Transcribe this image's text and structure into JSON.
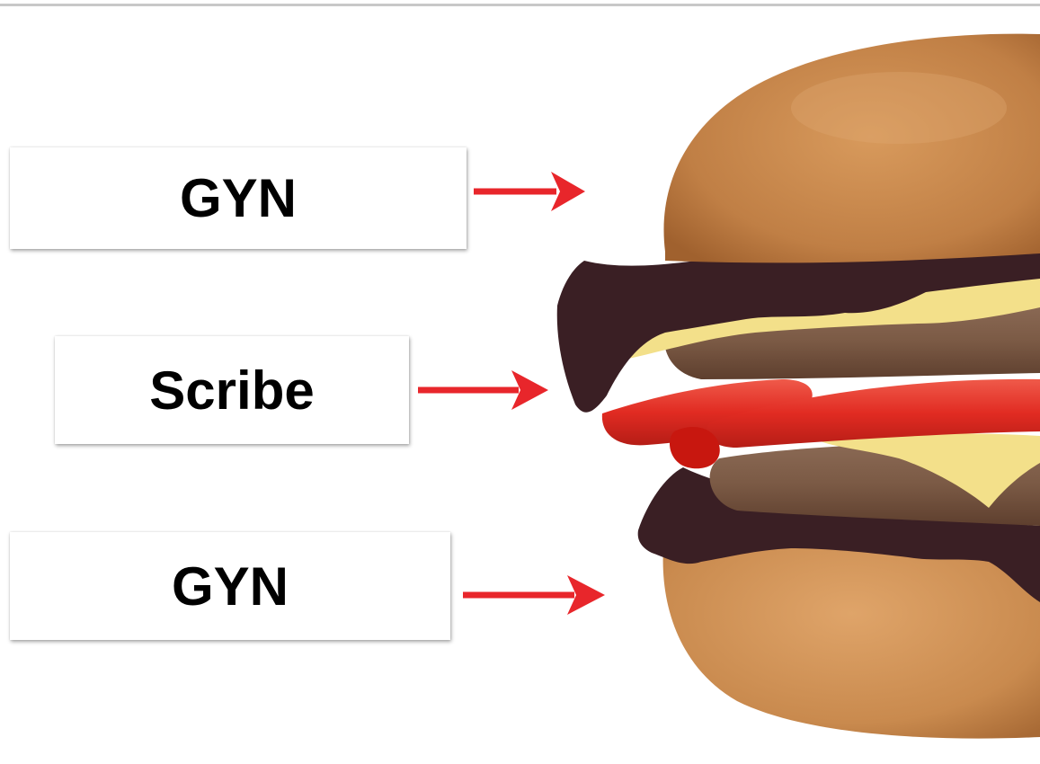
{
  "labels": {
    "top": "GYN",
    "middle": "Scribe",
    "bottom": "GYN"
  },
  "colors": {
    "arrow": "#e8262b",
    "bun": "#c98a4e",
    "lettuce": "#3a1f24",
    "cheese": "#f3e08a",
    "patty": "#7b5a45",
    "tomato": "#e12b22"
  },
  "icons": {
    "arrow": "right-arrow-icon",
    "image": "burger-illustration"
  }
}
